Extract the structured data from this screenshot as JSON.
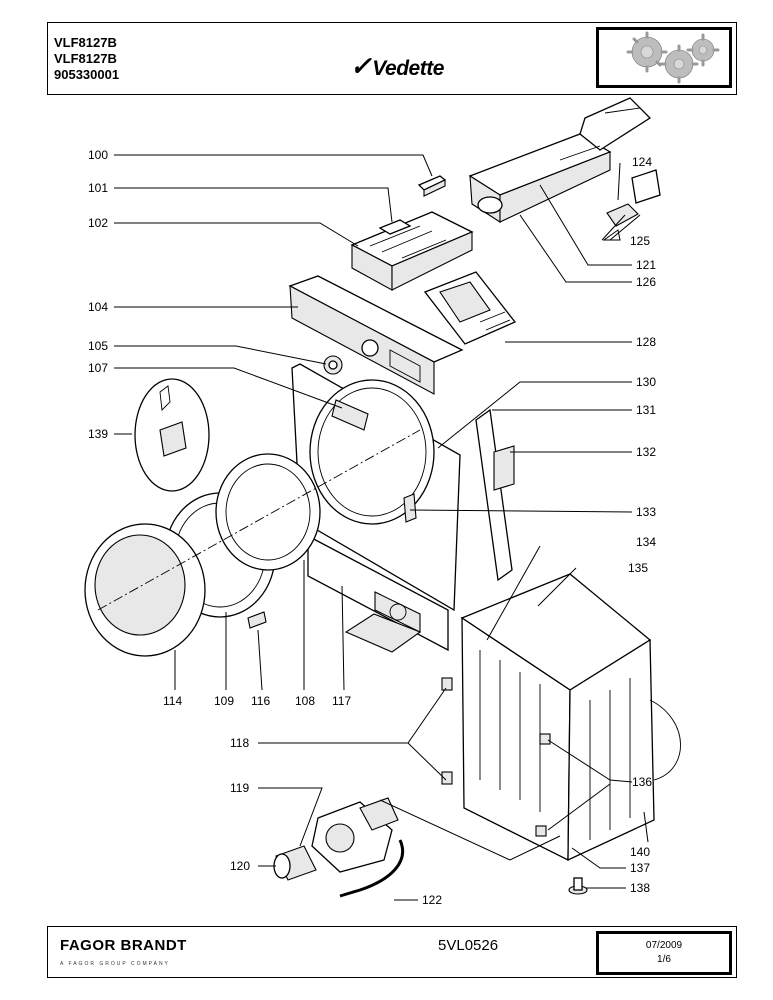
{
  "header": {
    "model_lines": [
      "VLF8127B",
      "VLF8127B",
      "905330001"
    ],
    "brand_logo": "Vedette",
    "image_icon": "gears-icon"
  },
  "footer": {
    "manufacturer": "FAGOR BRANDT",
    "manufacturer_tagline": "A FAGOR GROUP COMPANY",
    "document_code": "5VL0526",
    "date": "07/2009",
    "page": "1/6"
  },
  "part_labels": [
    "100",
    "101",
    "102",
    "104",
    "105",
    "107",
    "139",
    "114",
    "109",
    "116",
    "108",
    "117",
    "124",
    "125",
    "121",
    "126",
    "128",
    "130",
    "131",
    "132",
    "133",
    "134",
    "135",
    "118",
    "119",
    "120",
    "122",
    "136",
    "140",
    "137",
    "138"
  ]
}
